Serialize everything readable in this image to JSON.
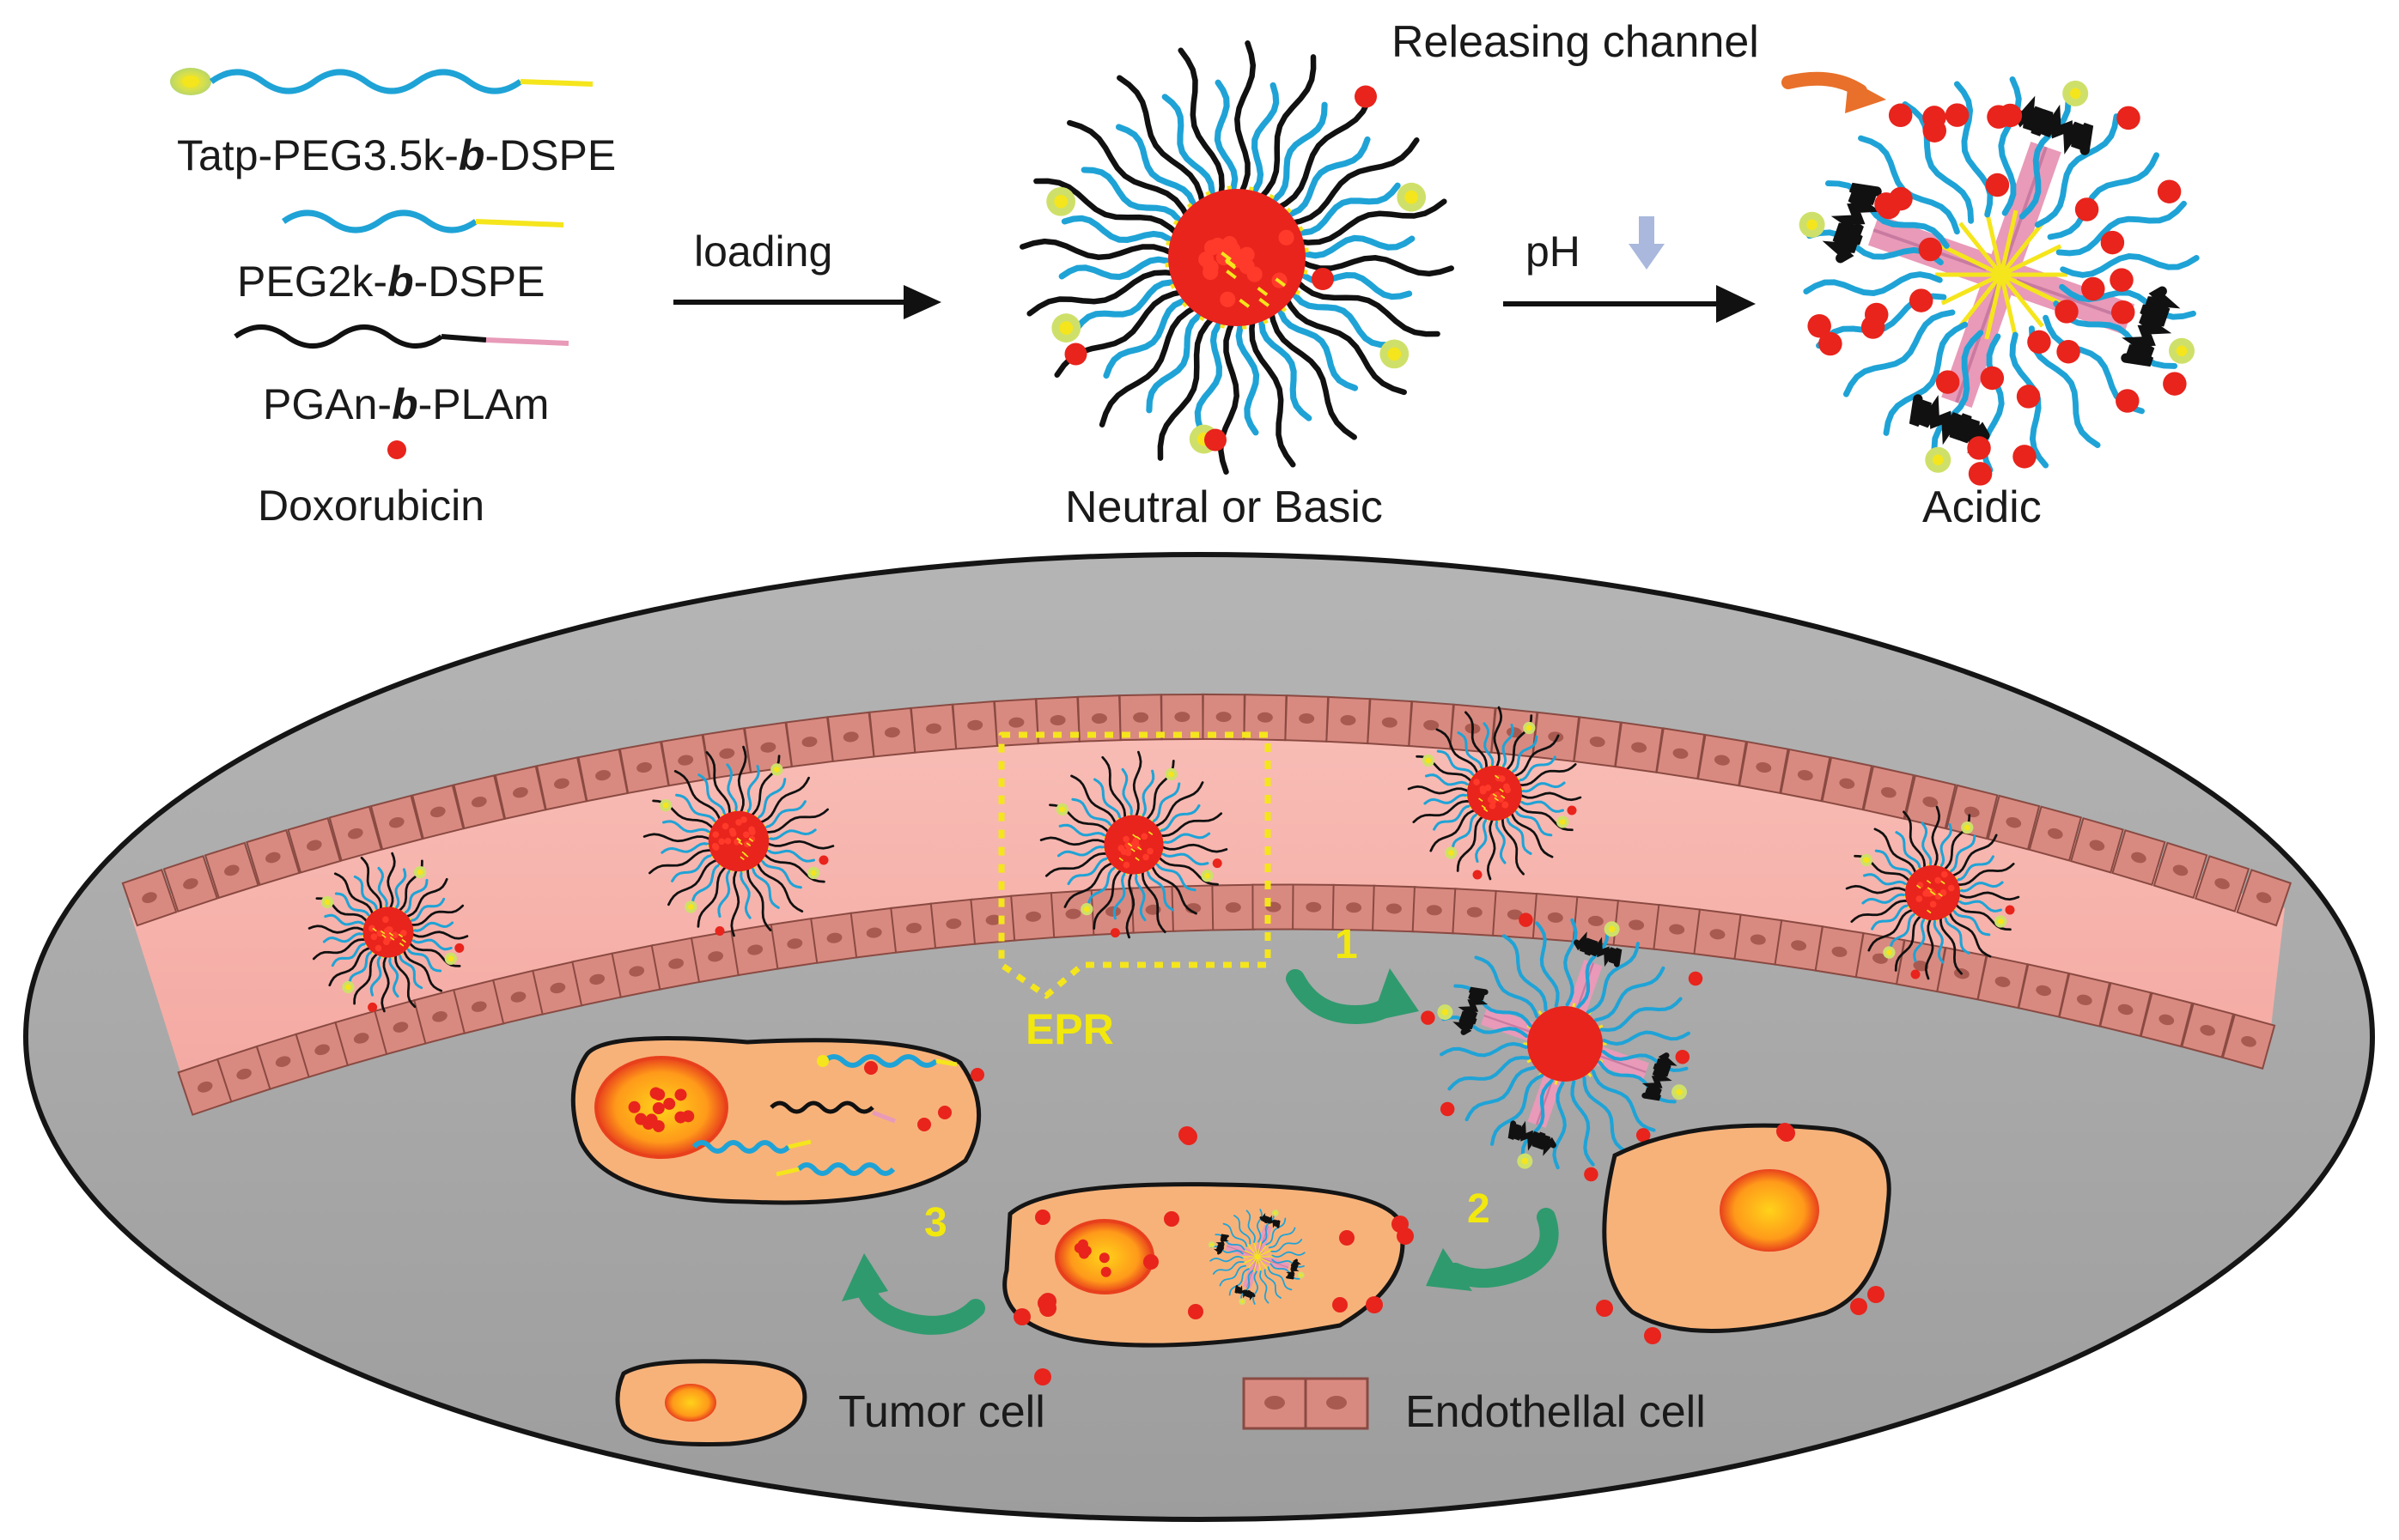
{
  "legend_top": {
    "items": [
      {
        "label": "Tatp-PEG3.5k-",
        "italic": "b",
        "suffix": "-DSPE"
      },
      {
        "label": "PEG2k-",
        "italic": "b",
        "suffix": "-DSPE"
      },
      {
        "label": "PGAn-",
        "italic": "b",
        "suffix": "-PLAm"
      },
      {
        "label": "Doxorubicin",
        "italic": "",
        "suffix": ""
      }
    ]
  },
  "arrows": {
    "loading": "loading",
    "ph": "pH"
  },
  "states": {
    "neutral": "Neutral or Basic",
    "acidic": "Acidic",
    "channel": "Releasing channel"
  },
  "vessel": {
    "epr": "EPR"
  },
  "steps": [
    "1",
    "2",
    "3"
  ],
  "legend_bottom": {
    "tumor": "Tumor cell",
    "endothelial": "Endothellal cell"
  },
  "colors": {
    "peg_blue": "#1fa3d6",
    "pga_black": "#111111",
    "dspe_yellow": "#f5e51c",
    "dox_red": "#e8241c",
    "plam_pink": "#e89ab8",
    "vessel_pink": "#f5b0aa",
    "endothelial": "#d98a80",
    "tissue_gray": "#a9a9a9",
    "tumor_orange": "#f7b27a",
    "curved_arrow_green": "#2f9a6e",
    "arrow_orange": "#e8702a",
    "ph_down_arrow": "#a9b8dc",
    "epr_yellow": "#f5e51c"
  }
}
